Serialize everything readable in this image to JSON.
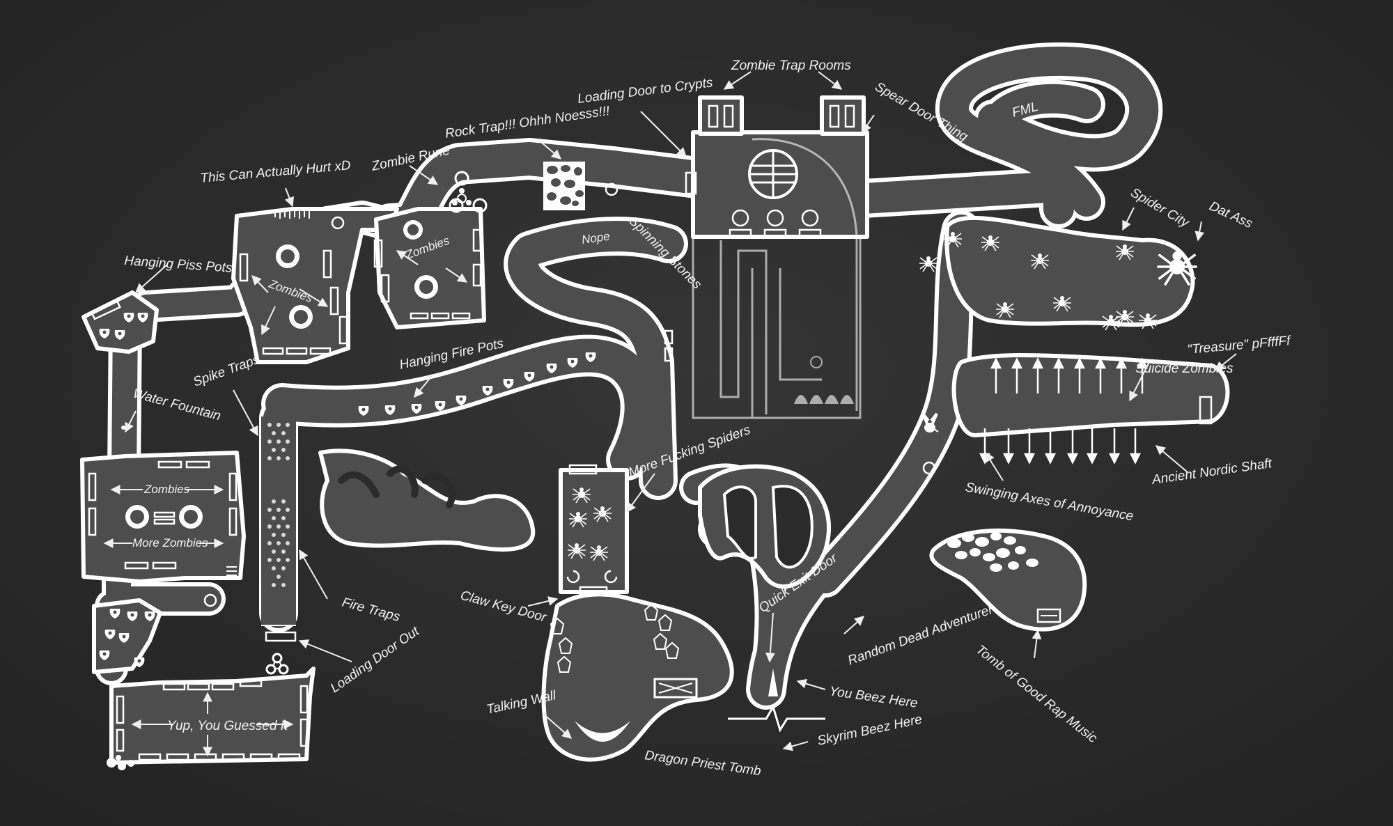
{
  "labels": {
    "zombie_trap_rooms": "Zombie Trap Rooms",
    "loading_door_crypts": "Loading Door to Crypts",
    "spear_door_thing": "Spear Door Thing",
    "rock_trap": "Rock Trap!!! Ohhh Noesss!!!",
    "zombie_rune": "Zombie Rune",
    "this_can_hurt": "This Can Actually Hurt xD",
    "hanging_piss_pots": "Hanging Piss Pots",
    "zombies_a": "Zombies",
    "zombies_b": "Zombies",
    "zombies_c": "Zombies",
    "more_zombies": "More Zombies",
    "spinning_stones": "Spinning Stones",
    "nope": "Nope",
    "fml": "FML",
    "spider_city": "Spider City",
    "dat_ass": "Dat Ass",
    "treasure": "\"Treasure\" pFfffFf",
    "suicide_zombies": "Suicide Zombies",
    "ancient_nordic_shaft": "Ancient Nordic Shaft",
    "swinging_axes": "Swinging Axes of Annoyance",
    "spike_traps": "Spike Traps",
    "water_fountain": "Water Fountain",
    "hanging_fire_pots": "Hanging Fire Pots",
    "more_spiders": "More Fucking Spiders",
    "fire_traps": "Fire Traps",
    "loading_door_out": "Loading Door Out",
    "claw_key_door": "Claw Key Door",
    "quick_exit_door": "Quick Exit Door",
    "random_dead_adventurer": "Random Dead Adventurer",
    "tomb_good_rap": "Tomb of Good Rap Music",
    "you_beez_here": "You Beez Here",
    "skyrim_beez_here": "Skyrim Beez Here",
    "talking_wall": "Talking Wall",
    "dragon_priest_tomb": "Dragon Priest Tomb",
    "yup_guessed": "Yup, You Guessed It"
  },
  "icons": [
    "biohazard-icon",
    "playboy-bunny-icon",
    "spider-icon",
    "pot-icon",
    "coffin-icon",
    "spear-icon",
    "axe-icon",
    "ghost-icon",
    "claw-icon"
  ],
  "colors": {
    "background": "#2b2b2b",
    "floor": "#4d4d4d",
    "wall": "#ffffff",
    "text": "#f2f2f2"
  }
}
